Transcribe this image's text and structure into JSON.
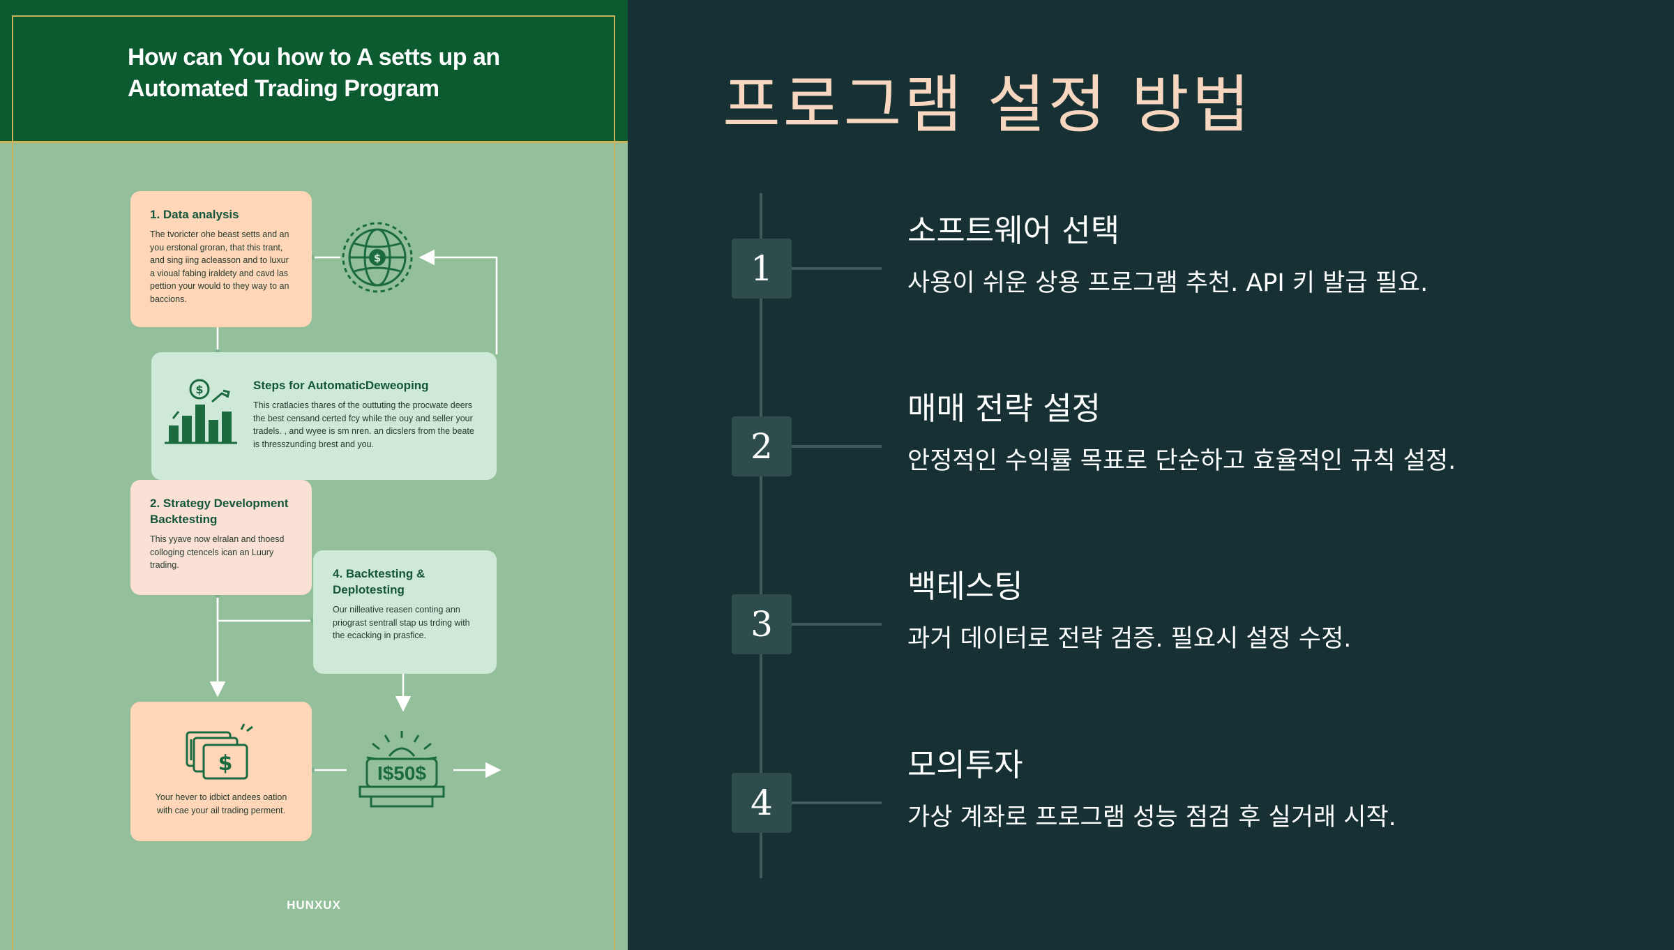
{
  "infographic": {
    "title": "How can You how to A setts up an Automated Trading Program",
    "card1": {
      "title": "1. Data analysis",
      "body": "The tvoricter ohe beast setts and an you erstonal groran, that this trant, and sing iing acleasson and to luxur a vioual fabing iraldety and cavd las pettion your would to they way to an baccions."
    },
    "steps_card": {
      "title": "Steps for AutomaticDeweoping",
      "body": "This cratlacies thares of the outtuting the procwate deers the best censand certed fcy while the ouy and seller your tradels. , and wyee is sm nren. an dicslers from the beate is thresszunding brest and you."
    },
    "card2": {
      "title": "2. Strategy Development Backtesting",
      "body": "This yyave now elralan and thoesd colloging ctencels ican an Luury trading."
    },
    "card4": {
      "title": "4. Backtesting & Deplotesting",
      "body": "Our nilleative reasen conting ann priograst sentrall stap us trding with the ecacking in prasfice."
    },
    "card5": {
      "body": "Your hever to idbict andees oation with cae your ail trading perment."
    },
    "price_tag": "I$50$",
    "brand": "HUNXUX",
    "colors": {
      "header_green": "#0b5a30",
      "panel_green": "#93bf9a",
      "peach": "#ffd7b8",
      "mint": "#cfe9d8",
      "icon_green": "#1c6a3f",
      "gold": "#c9b35d"
    }
  },
  "slide": {
    "title": "프로그램 설정 방법",
    "steps": [
      {
        "number": "1",
        "title": "소프트웨어 선택",
        "description": "사용이 쉬운 상용 프로그램 추천. API 키 발급 필요."
      },
      {
        "number": "2",
        "title": "매매 전략 설정",
        "description": "안정적인 수익률 목표로 단순하고 효율적인 규칙 설정."
      },
      {
        "number": "3",
        "title": "백테스팅",
        "description": "과거 데이터로 전략 검증. 필요시 설정 수정."
      },
      {
        "number": "4",
        "title": "모의투자",
        "description": "가상 계좌로 프로그램 성능 점검 후 실거래 시작."
      }
    ],
    "colors": {
      "background": "#163033",
      "title": "#f7d7bf",
      "badge": "#2e4c4c",
      "line": "#3e5a5b"
    }
  }
}
